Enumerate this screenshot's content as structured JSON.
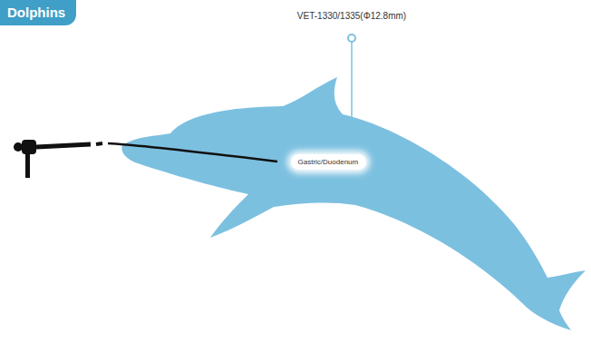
{
  "diagram": {
    "title": "Dolphins",
    "nodes": [
      {
        "text": [
          "Gastric/Duodenum"
        ]
      }
    ],
    "labels": [
      "VET-1330/1335(Φ12.8mm)"
    ]
  }
}
